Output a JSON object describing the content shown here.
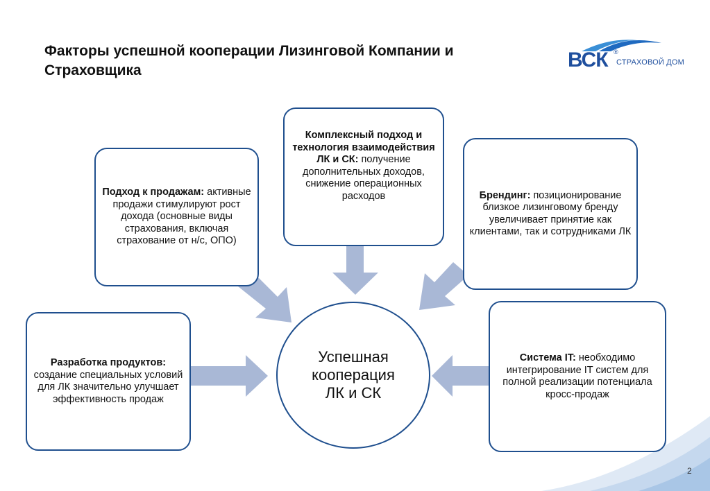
{
  "title": "Факторы успешной кооперации Лизинговой Компании и Страховщика",
  "logo": {
    "main": "ВСК",
    "reg": "®",
    "sub": "СТРАХОВОЙ ДОМ"
  },
  "center": "Успешная кооперация ЛК и СК",
  "boxes": {
    "sales": {
      "head": "Подход к продажам:",
      "body": " активные продажи стимулируют рост дохода (основные виды страхования, включая страхование от н/с, ОПО)"
    },
    "tech": {
      "head": "Комплексный подход и технология взаимодействия ЛК и СК:",
      "body": " получение дополнительных доходов, снижение операционных расходов"
    },
    "brand": {
      "head": "Брендинг:",
      "body": " позиционирование близкое лизинговому бренду увеличивает принятие как клиентами, так и сотрудниками ЛК"
    },
    "products": {
      "head": "Разработка продуктов:",
      "body": " создание специальных условий для ЛК значительно улучшает эффективность продаж"
    },
    "it": {
      "head": "Система IT:",
      "body": " необходимо интегрирование IT систем для полной реализации потенциала кросс-продаж"
    }
  },
  "page_number": "2",
  "colors": {
    "border": "#1f4f8e",
    "arrow": "#a9b8d6",
    "brand": "#1f4f9e"
  }
}
